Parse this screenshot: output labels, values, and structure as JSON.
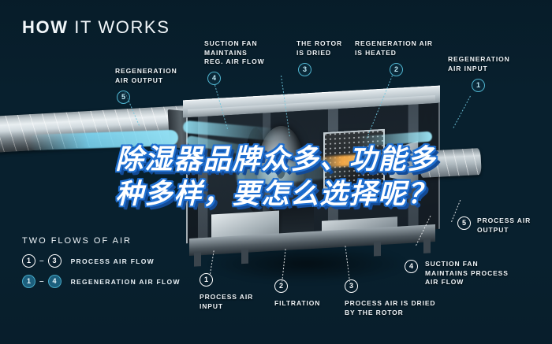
{
  "headline": {
    "bold": "HOW",
    "light": "IT WORKS"
  },
  "callouts": [
    {
      "id": "regeneration-air-output",
      "number": "5",
      "style": "teal",
      "text": "REGENERATION\nAIR OUTPUT"
    },
    {
      "id": "suction-fan-reg",
      "number": "4",
      "style": "teal",
      "text": "SUCTION FAN\nMAINTAINS\nREG. AIR FLOW"
    },
    {
      "id": "rotor-is-dried",
      "number": "3",
      "style": "teal",
      "text": "THE ROTOR\nIS DRIED"
    },
    {
      "id": "regeneration-air-heated",
      "number": "2",
      "style": "teal",
      "text": "REGENERATION AIR\nIS HEATED"
    },
    {
      "id": "regeneration-air-input",
      "number": "1",
      "style": "teal",
      "text": "REGENERATION\nAIR INPUT"
    },
    {
      "id": "process-air-output",
      "number": "5",
      "style": "white",
      "text": "PROCESS AIR\nOUTPUT"
    },
    {
      "id": "suction-fan-process",
      "number": "4",
      "style": "white",
      "text": "SUCTION FAN\nMAINTAINS PROCESS\nAIR FLOW"
    },
    {
      "id": "process-air-input",
      "number": "1",
      "style": "white",
      "text": "PROCESS AIR\nINPUT"
    },
    {
      "id": "filtration",
      "number": "2",
      "style": "white",
      "text": "FILTRATION"
    },
    {
      "id": "process-air-dried",
      "number": "3",
      "style": "white",
      "text": "PROCESS AIR IS DRIED\nBY THE ROTOR"
    }
  ],
  "legend": {
    "title": "TWO FLOWS OF AIR",
    "dash": "–",
    "rows": [
      {
        "from": "1",
        "to": "3",
        "label": "PROCESS AIR FLOW",
        "style": "white"
      },
      {
        "from": "1",
        "to": "4",
        "label": "REGENERATION AIR FLOW",
        "style": "teal"
      }
    ]
  },
  "overlay_text": {
    "line1": "除湿器品牌众多、功能多",
    "line2": "种多样，要怎么选择呢？"
  },
  "colors": {
    "background": "#0b2534",
    "accent_teal": "#4fb4cf",
    "airflow_cyan": "#96e6fa",
    "overlay_outline": "#1f6fd0",
    "text_light": "#eef4f8"
  }
}
